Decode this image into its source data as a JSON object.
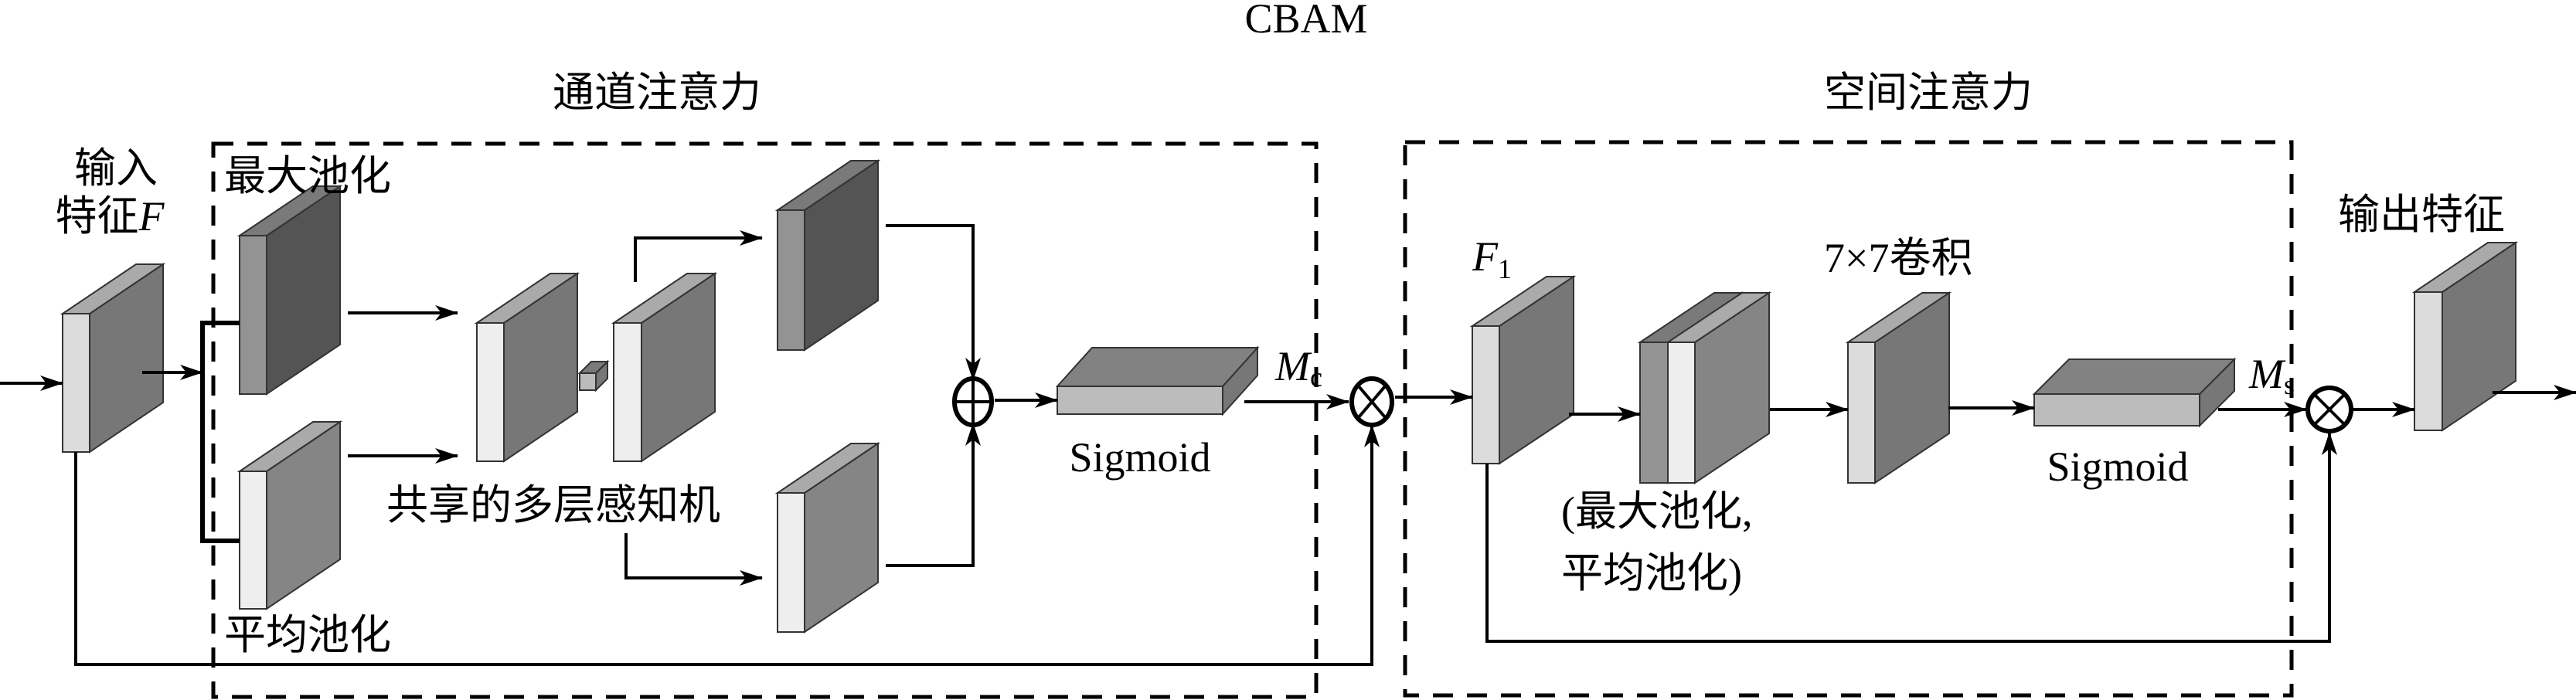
{
  "title": "CBAM",
  "channel_attention": {
    "title": "通道注意力",
    "max_pool_label": "最大池化",
    "avg_pool_label": "平均池化",
    "shared_mlp_label": "共享的多层感知机",
    "add_op": "⊕",
    "sigmoid_label": "Sigmoid",
    "output_label": "M",
    "output_subscript": "c",
    "multiply_op": "⊗"
  },
  "spatial_attention": {
    "title": "空间注意力",
    "input_label": "F",
    "input_subscript": "1",
    "pool_label_line1": "(最大池化,",
    "pool_label_line2": "平均池化)",
    "conv_label": "7×7卷积",
    "sigmoid_label": "Sigmoid",
    "output_label": "M",
    "output_subscript": "s",
    "multiply_op": "⊗"
  },
  "input": {
    "label_line1": "输入",
    "label_line2": "特征",
    "label_var": "F"
  },
  "output": {
    "label": "输出特征"
  },
  "colors": {
    "front_light": "#dcdcdc",
    "front_lighter": "#eeeeee",
    "front_mid": "#939393",
    "side_mid": "#777777",
    "side_dark": "#545454",
    "top_light": "#aaaaaa",
    "top_dark": "#7a7a7a",
    "sigmoid_front": "#bcbcbc",
    "sigmoid_top": "#828282"
  }
}
